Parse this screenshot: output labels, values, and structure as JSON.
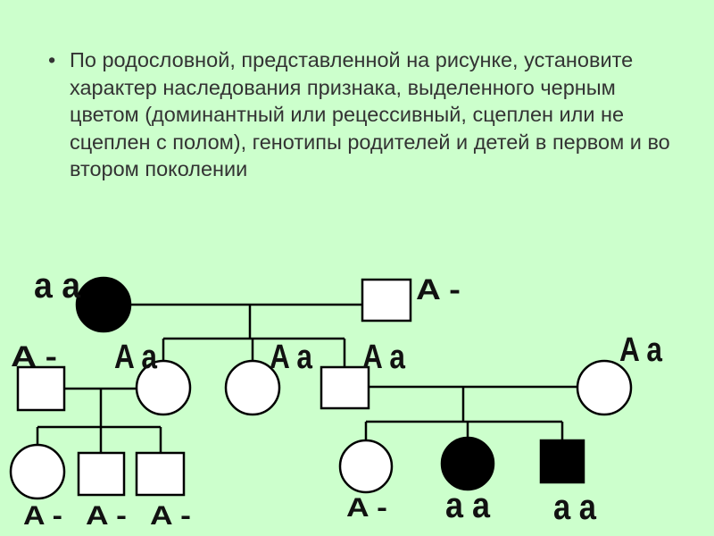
{
  "task": {
    "bullet": "•",
    "text": "По родословной, представленной на рисунке, установите характер наследования признака, выделенного черным цветом (доминантный или рецессивный, сцеплен или не сцеплен с полом), генотипы родителей и детей в первом и во втором поколении"
  },
  "pedigree": {
    "genotypes": {
      "p_mother": "a a",
      "p_father": "A -",
      "f1_male_left_spouse": "A -",
      "f1_daughter_1": "A a",
      "f1_daughter_2": "A a",
      "f1_son": "A a",
      "f1_son_wife": "A a",
      "f2_left_daughter": "A -",
      "f2_left_son_1": "A -",
      "f2_left_son_2": "A -",
      "f2_right_daughter": "A -",
      "f2_right_affected_daughter": "a a",
      "f2_right_affected_son": "a a"
    }
  }
}
